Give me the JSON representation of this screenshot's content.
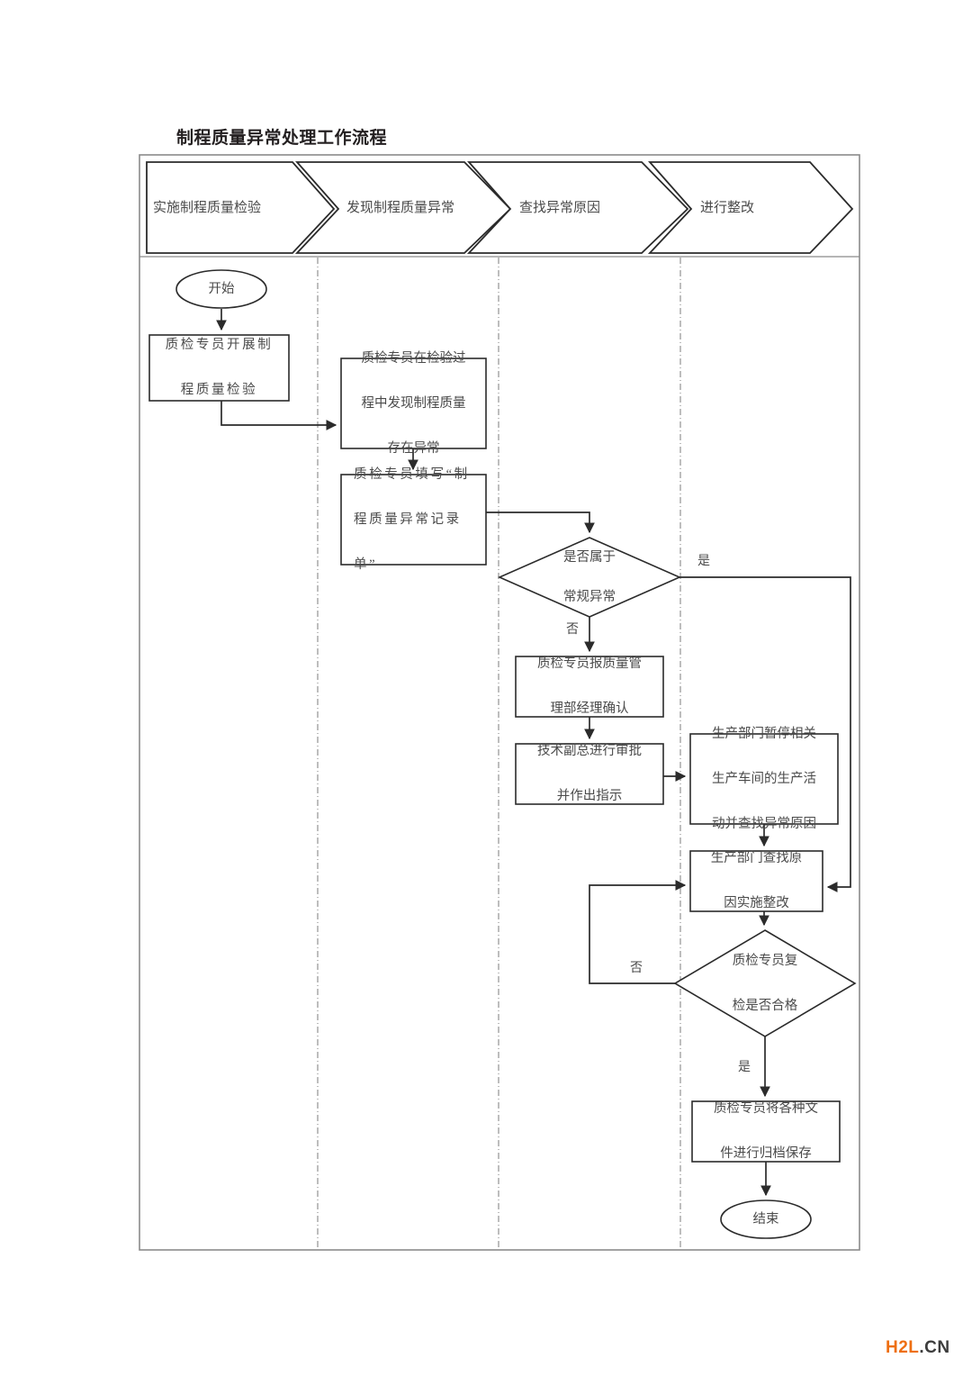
{
  "page": {
    "title": "制程质量异常处理工作流程",
    "watermark": {
      "part1": "H2L",
      "part2": ".CN"
    }
  },
  "banner": {
    "phases": [
      {
        "label": "实施制程质量检验"
      },
      {
        "label": "发现制程质量异常"
      },
      {
        "label": "查找异常原因"
      },
      {
        "label": "进行整改"
      }
    ]
  },
  "flow": {
    "nodes": [
      {
        "id": "start",
        "type": "terminator",
        "lane": 0,
        "text": "开始"
      },
      {
        "id": "inspect",
        "type": "process",
        "lane": 0,
        "lines": [
          "质检专员开展制",
          "程质量检验"
        ]
      },
      {
        "id": "found",
        "type": "process",
        "lane": 1,
        "lines": [
          "质检专员在检验过",
          "程中发现制程质量",
          "存在异常"
        ]
      },
      {
        "id": "record",
        "type": "process",
        "lane": 1,
        "lines": [
          "质检专员填写“制",
          "程质量异常记录",
          "单”"
        ]
      },
      {
        "id": "is-routine",
        "type": "decision",
        "lane": 2,
        "lines": [
          "是否属于",
          "常规异常"
        ]
      },
      {
        "id": "report-mgr",
        "type": "process",
        "lane": 2,
        "lines": [
          "质检专员报质量管",
          "理部经理确认"
        ]
      },
      {
        "id": "vp-approve",
        "type": "process",
        "lane": 2,
        "lines": [
          "技术副总进行审批",
          "并作出指示"
        ]
      },
      {
        "id": "halt-prod",
        "type": "process",
        "lane": 3,
        "lines": [
          "生产部门暂停相关",
          "生产车间的生产活",
          "动并查找异常原因"
        ]
      },
      {
        "id": "rectify",
        "type": "process",
        "lane": 3,
        "lines": [
          "生产部门查找原",
          "因实施整改"
        ]
      },
      {
        "id": "recheck-ok",
        "type": "decision",
        "lane": 3,
        "lines": [
          "质检专员复",
          "检是否合格"
        ]
      },
      {
        "id": "archive",
        "type": "process",
        "lane": 3,
        "lines": [
          "质检专员将各种文",
          "件进行归档保存"
        ]
      },
      {
        "id": "end",
        "type": "terminator",
        "lane": 3,
        "text": "结束"
      }
    ],
    "edge_labels": [
      {
        "id": "routine-yes",
        "text": "是"
      },
      {
        "id": "routine-no",
        "text": "否"
      },
      {
        "id": "recheck-no",
        "text": "否"
      },
      {
        "id": "recheck-yes",
        "text": "是"
      }
    ]
  },
  "colors": {
    "stroke": "#2b2b2b",
    "text": "#4a4a4a",
    "frame": "#8a8a8a",
    "divider": "#9a9a9a",
    "watermark_orange": "#ee6f12",
    "watermark_dark": "#3d3d3d"
  }
}
